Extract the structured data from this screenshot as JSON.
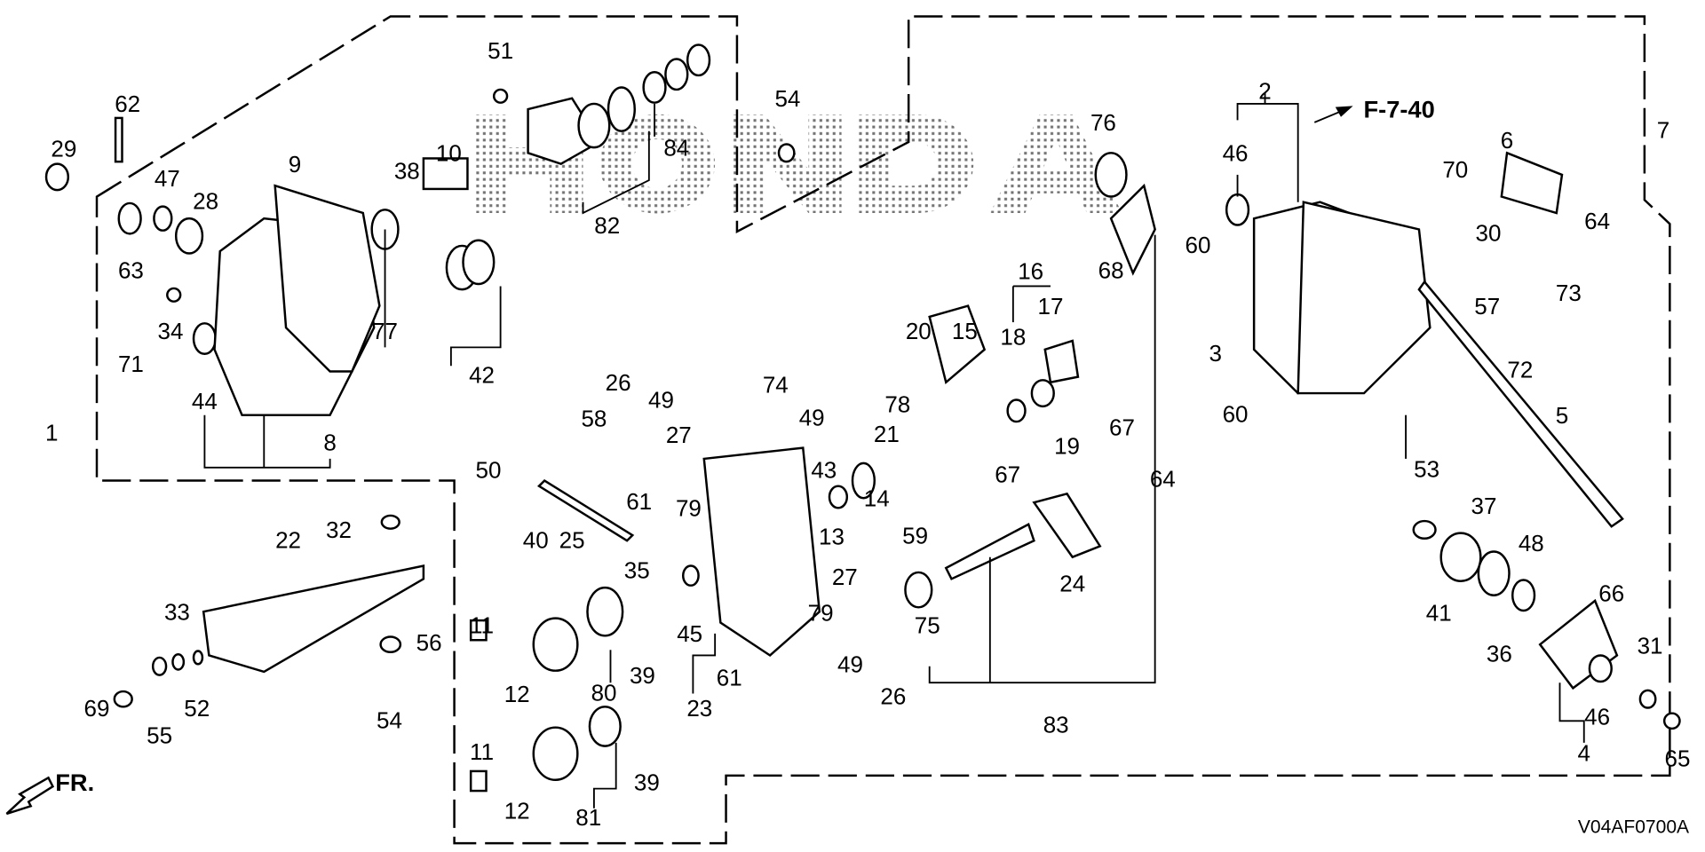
{
  "diagram": {
    "watermark": "HONDA",
    "reference": "F-7-40",
    "direction_marker": "FR.",
    "code": "V04AF0700A",
    "labels": [
      "29",
      "62",
      "9",
      "51",
      "10",
      "38",
      "47",
      "28",
      "63",
      "34",
      "71",
      "44",
      "8",
      "77",
      "42",
      "1",
      "82",
      "84",
      "54",
      "76",
      "2",
      "7",
      "6",
      "46",
      "70",
      "64",
      "30",
      "60",
      "57",
      "73",
      "16",
      "17",
      "68",
      "18",
      "15",
      "20",
      "78",
      "21",
      "3",
      "72",
      "19",
      "67",
      "67",
      "74",
      "49",
      "26",
      "49",
      "58",
      "27",
      "50",
      "61",
      "79",
      "43",
      "13",
      "14",
      "59",
      "64",
      "60",
      "5",
      "53",
      "37",
      "48",
      "41",
      "36",
      "66",
      "31",
      "46",
      "4",
      "65",
      "24",
      "27",
      "79",
      "49",
      "26",
      "75",
      "83",
      "40",
      "25",
      "35",
      "45",
      "23",
      "61",
      "39",
      "80",
      "11",
      "12",
      "81",
      "11",
      "12",
      "39",
      "32",
      "22",
      "33",
      "56",
      "52",
      "55",
      "69",
      "54"
    ]
  }
}
